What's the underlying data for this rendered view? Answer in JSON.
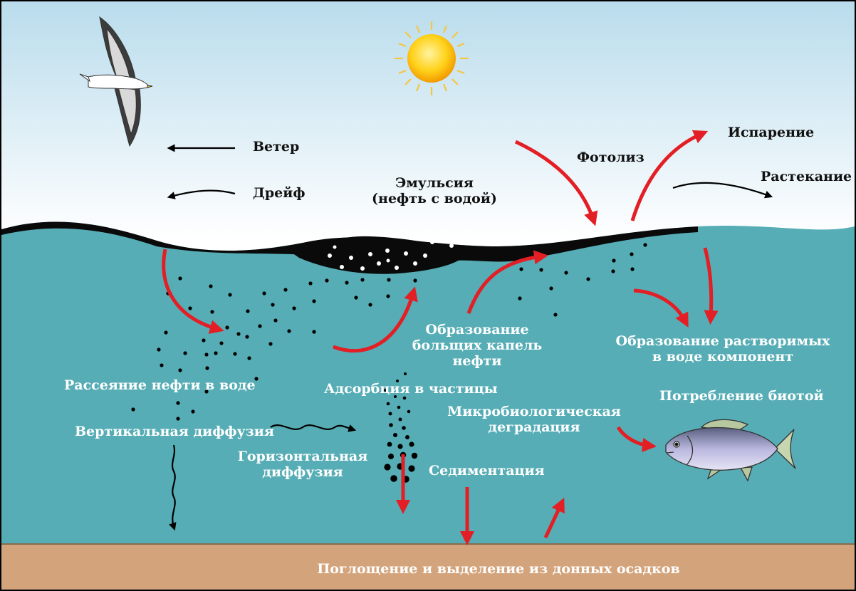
{
  "labels": {
    "wind": "Ветер",
    "drift": "Дрейф",
    "emulsion_line1": "Эмульсия",
    "emulsion_line2": "(нефть с водой)",
    "photolysis": "Фотолиз",
    "evaporation": "Испарение",
    "spreading": "Растекание",
    "large_droplets_line1": "Образование",
    "large_droplets_line2": "больщих капель",
    "large_droplets_line3": "нефти",
    "soluble_line1": "Образование растворимых",
    "soluble_line2": "в воде компонент",
    "dispersion": "Рассеяние нефти в воде",
    "adsorption": "Адсорбция в частицы",
    "biota": "Потребление биотой",
    "microbial_line1": "Микробиологическая",
    "microbial_line2": "деградация",
    "vertical_diffusion": "Вертикальная диффузия",
    "horizontal_line1": "Горизонтальная",
    "horizontal_line2": "диффузия",
    "sedimentation": "Седиментация",
    "sediments": "Поглощение и выделение из донных осадков"
  },
  "colors": {
    "sky_top": "#bcdfee",
    "sky_bottom": "#ffffff",
    "water": "#56adb5",
    "sediment": "#d3a47c",
    "oil": "#0a0a0a",
    "arrow_red": "#e31e24",
    "sun": "#f6b800"
  },
  "icons": [
    "seagull-icon",
    "sun-icon",
    "fish-icon"
  ]
}
